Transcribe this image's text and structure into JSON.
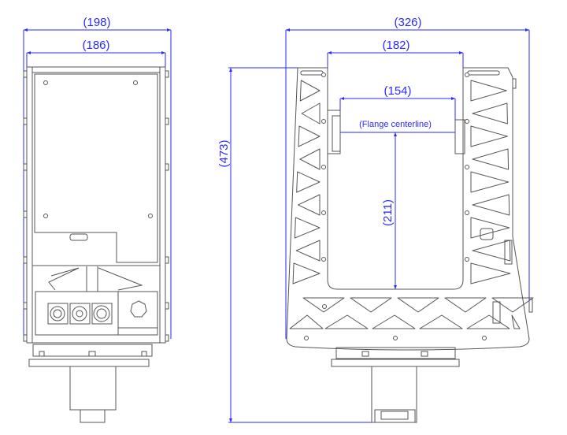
{
  "drawing": {
    "side_view": {
      "overall_width_label": "(198)",
      "body_width_label": "(186)"
    },
    "front_view": {
      "overall_width_label": "(326)",
      "inner_width_label": "(182)",
      "flange_span_label": "(154)",
      "flange_centerline_label": "(Flange centerline)",
      "flange_height_label": "(211)"
    },
    "overall_height_label": "(473)",
    "colors": {
      "dimension": "#2a2aff",
      "outline": "#555555"
    }
  }
}
